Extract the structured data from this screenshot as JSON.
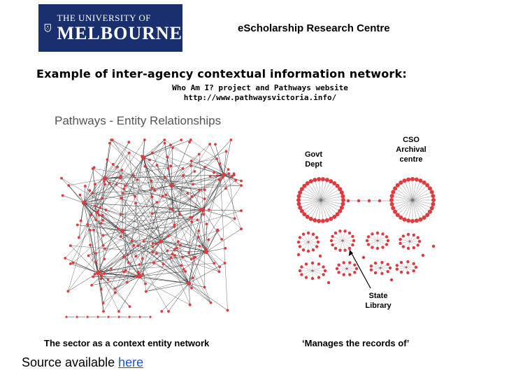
{
  "logo": {
    "line1": "THE UNIVERSITY OF",
    "line2": "MELBOURNE"
  },
  "header": {
    "centre": "eScholarship Research Centre"
  },
  "heading": {
    "title": "Example of inter-agency contextual information network:",
    "subtitle1": "Who Am I? project and Pathways website",
    "subtitle2": "http://www.pathwaysvictoria.info/"
  },
  "left_figure": {
    "title": "Pathways - Entity Relationships",
    "caption": "The sector as a context entity network"
  },
  "right_figure": {
    "label_govt": "Govt\nDept",
    "label_cso": "CSO\nArchival\ncentre",
    "label_state": "State\nLibrary",
    "caption": "‘Manages the records of’"
  },
  "footer": {
    "source_text": "Source available ",
    "source_link": "here"
  },
  "colors": {
    "logo_bg": "#1a2f6e",
    "node": "#e0393e",
    "link": "#1a56c8"
  }
}
